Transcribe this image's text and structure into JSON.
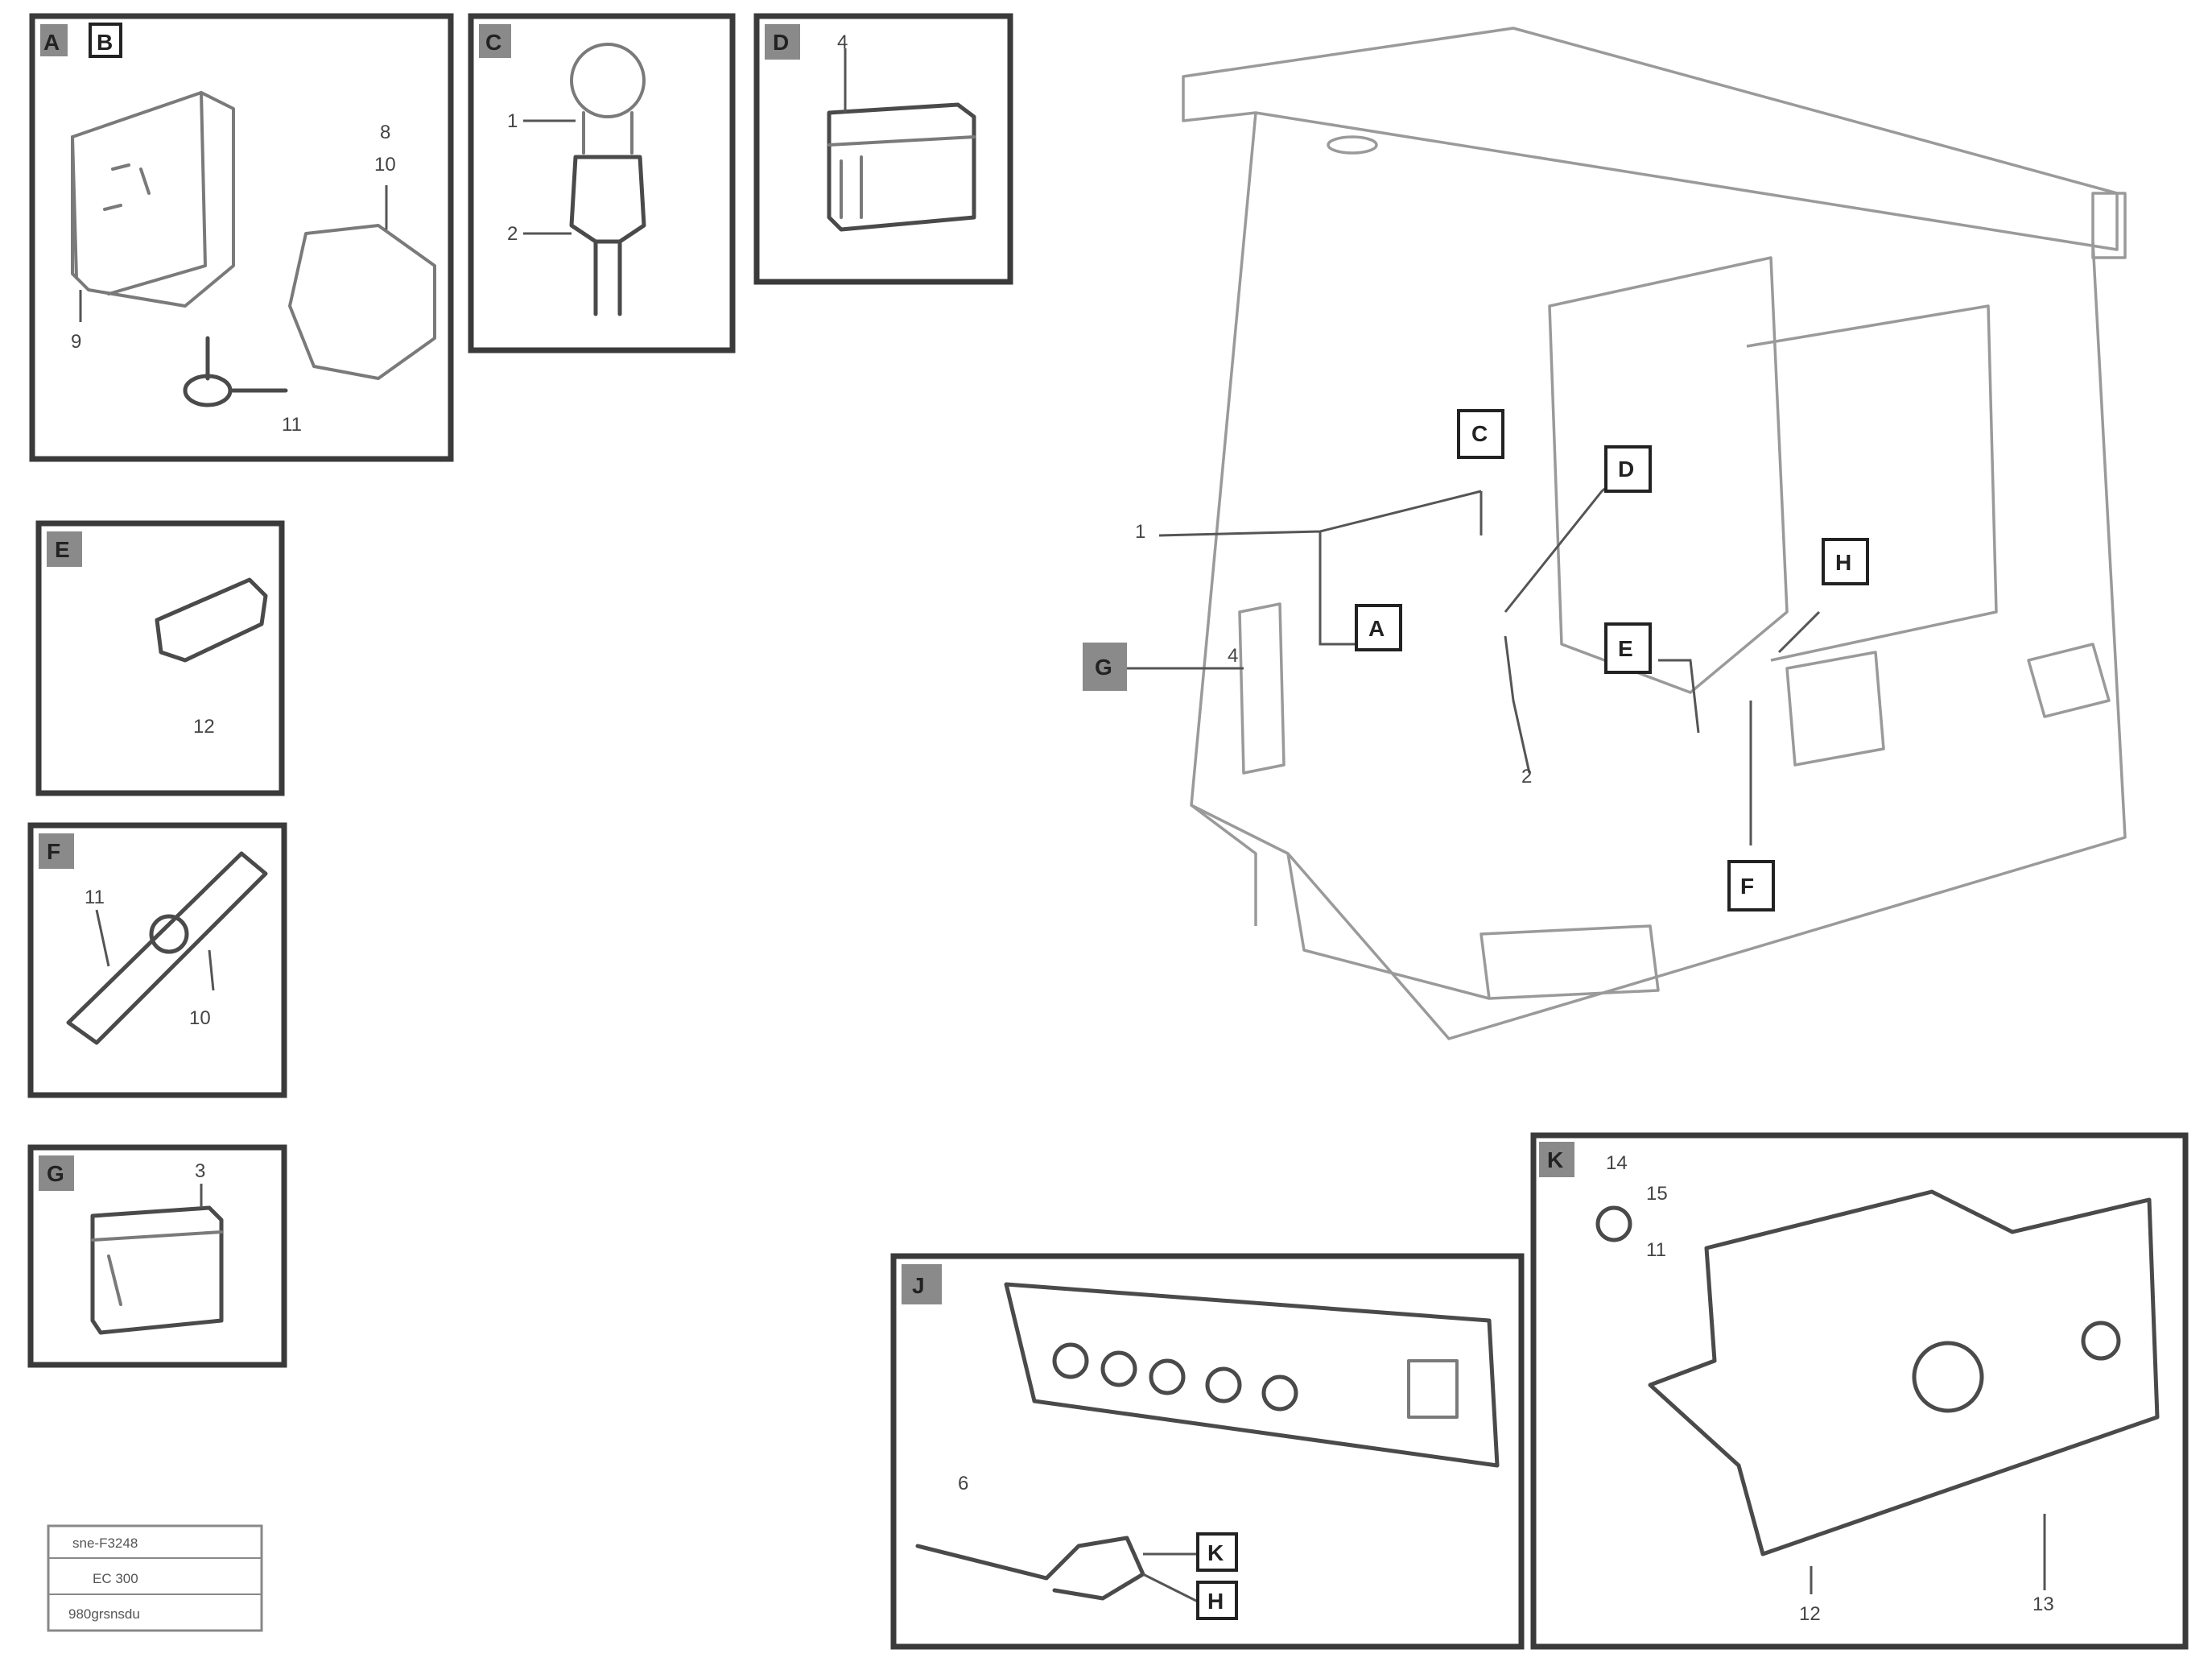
{
  "sheet": {
    "panel_tags": {
      "a": "A",
      "b": "B",
      "c": "C",
      "d": "D",
      "e": "E",
      "f": "F",
      "g": "G",
      "h": "H",
      "j": "J",
      "k": "K"
    },
    "callouts": {
      "pan_a_top": "8",
      "pan_a_top2": "10",
      "pan_a_left": "9",
      "pan_a_bottom": "11",
      "pan_b_1": "1",
      "pan_b_2": "2",
      "pan_c_1": "4",
      "pan_e": "12",
      "pan_f_1": "11",
      "pan_f_2": "10",
      "pan_g_1": "3",
      "main_1": "1",
      "main_2": "4",
      "main_3": "2",
      "pan_k_1": "14",
      "pan_k_2": "15",
      "pan_k_3": "11",
      "pan_k_4": "12",
      "pan_k_5": "13",
      "pan_j_1": "6"
    },
    "stamp": {
      "line1": "sne-F3248",
      "line2": "EC 300",
      "line3": "980grsnsdu"
    }
  }
}
